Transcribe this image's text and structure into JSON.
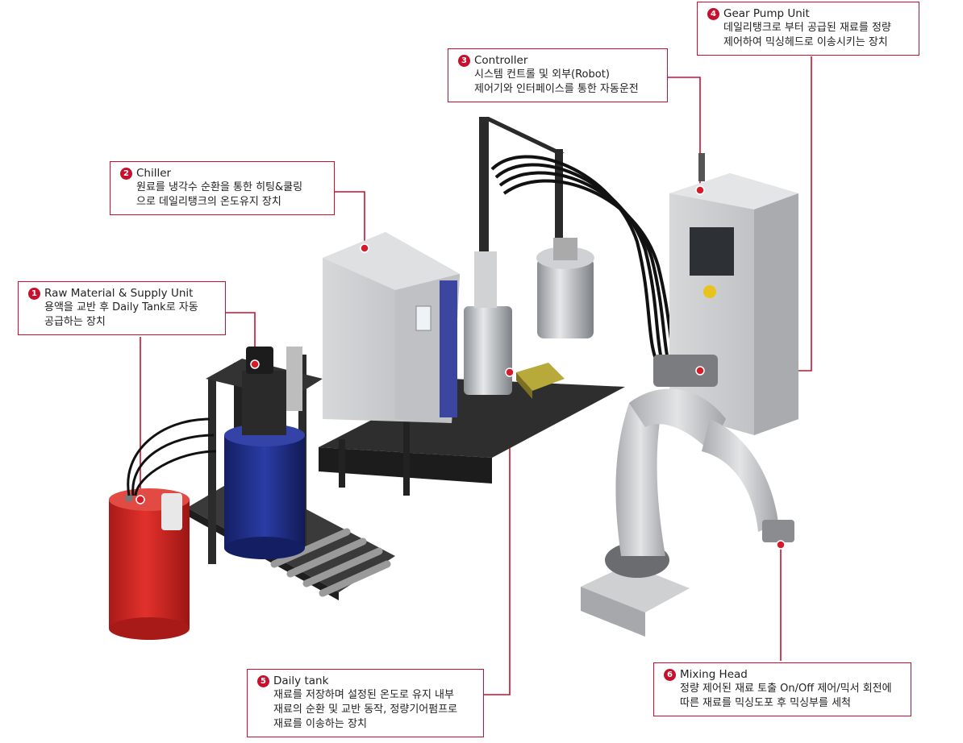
{
  "callouts": [
    {
      "num": "1",
      "title": "Raw Material & Supply Unit",
      "desc": [
        "용액을 교반 후 Daily Tank로 자동",
        "공급하는 장치"
      ]
    },
    {
      "num": "2",
      "title": "Chiller",
      "desc": [
        "원료를 냉각수 순환을 통한 히팅&쿨링",
        "으로 데일리탱크의  온도유지 장치"
      ]
    },
    {
      "num": "3",
      "title": "Controller",
      "desc": [
        "시스템 컨트롤 및 외부(Robot)",
        "제어기와 인터페이스를 통한 자동운전"
      ]
    },
    {
      "num": "4",
      "title": "Gear Pump Unit",
      "desc": [
        "데일리탱크로 부터 공급된 재료를 정량",
        "제어하여 믹싱헤드로 이송시키는 장치"
      ]
    },
    {
      "num": "5",
      "title": "Daily tank",
      "desc": [
        "재료를 저장하며 설정된 온도로 유지 내부",
        "재료의 순환 및 교반 동작, 정량기어펌프로",
        "재료를 이송하는 장치"
      ]
    },
    {
      "num": "6",
      "title": "Mixing Head",
      "desc": [
        "정량 제어된 재료 토출 On/Off 제어/믹서 회전에",
        "따른 재료를 믹싱도포 후 믹싱부를 세척"
      ]
    }
  ],
  "colors": {
    "accent": "#c8102e",
    "drum_red": "#d92a27",
    "drum_blue": "#1f2f8c",
    "cabinet_gray": "#c9cbce",
    "frame_dark": "#2b2b2b",
    "robot_gray": "#cfd0d2",
    "tank_steel": "#b9bcc0"
  }
}
